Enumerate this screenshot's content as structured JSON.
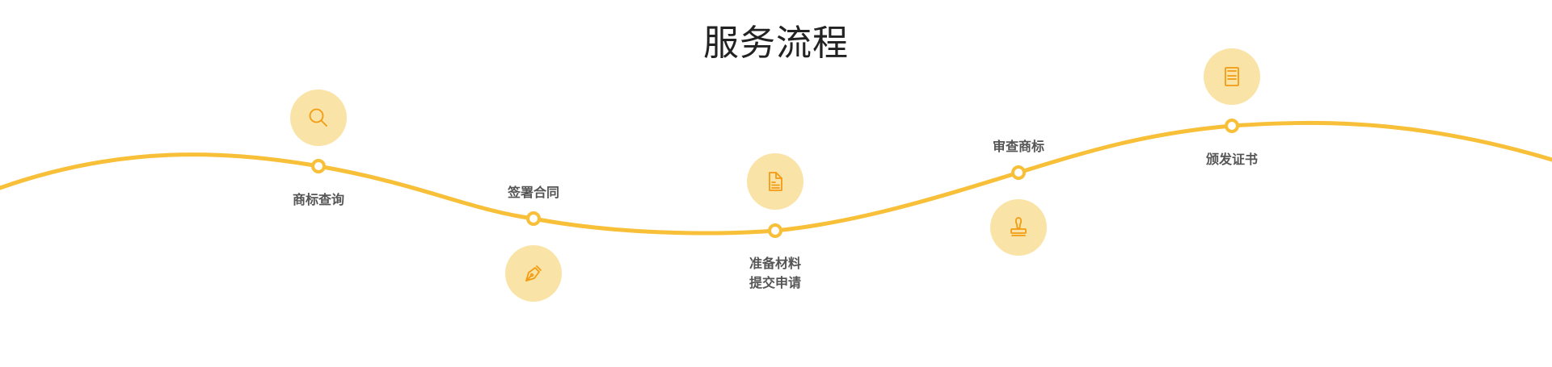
{
  "page": {
    "title": "服务流程"
  },
  "colors": {
    "curve": "#f8bf38",
    "icon_bg": "#fae3a6",
    "icon_stroke": "#f39c12",
    "label": "#555555",
    "title": "#222222"
  },
  "steps": [
    {
      "icon": "search-icon",
      "label_lines": [
        "商标查询"
      ]
    },
    {
      "icon": "pen-icon",
      "label_lines": [
        "签署合同"
      ]
    },
    {
      "icon": "document-icon",
      "label_lines": [
        "准备材料",
        "提交申请"
      ]
    },
    {
      "icon": "stamp-icon",
      "label_lines": [
        "审查商标"
      ]
    },
    {
      "icon": "certificate-icon",
      "label_lines": [
        "颁发证书"
      ]
    }
  ]
}
